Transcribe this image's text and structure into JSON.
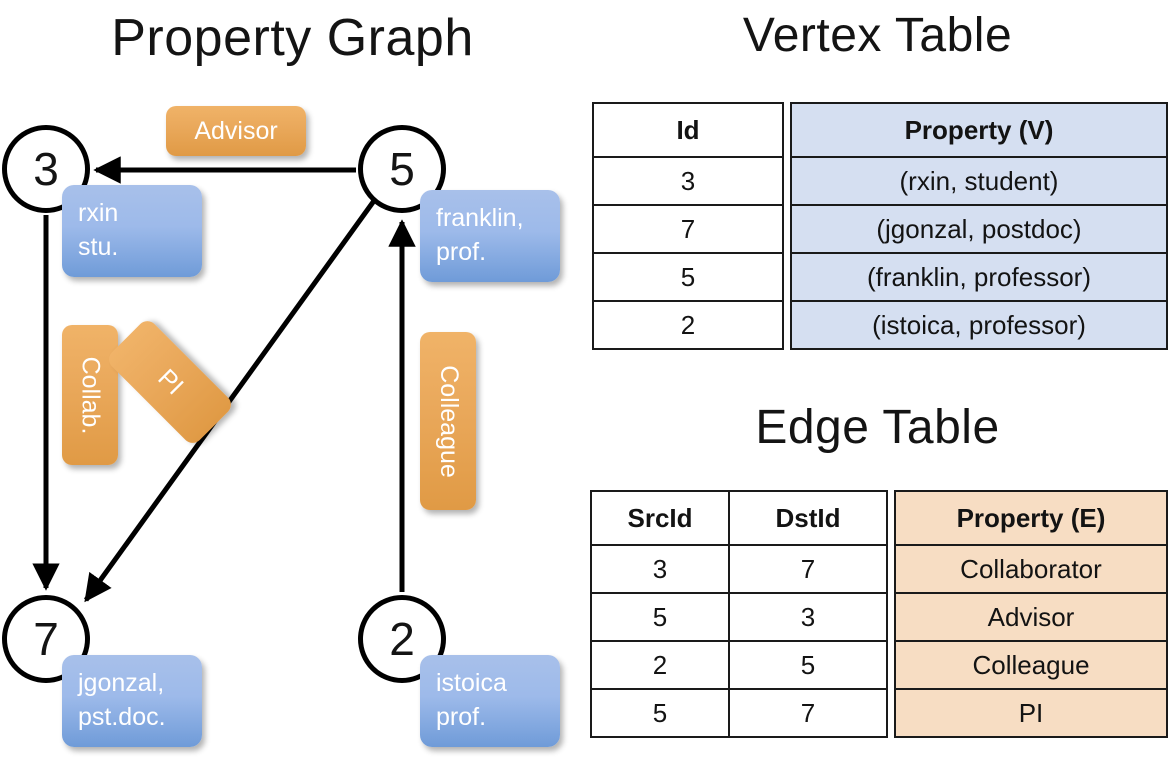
{
  "titles": {
    "property_graph": "Property Graph",
    "vertex_table": "Vertex Table",
    "edge_table": "Edge Table"
  },
  "graph": {
    "nodes": [
      {
        "id": "3",
        "property": "rxin\nstu."
      },
      {
        "id": "5",
        "property": "franklin,\nprof."
      },
      {
        "id": "7",
        "property": "jgonzal,\npst.doc."
      },
      {
        "id": "2",
        "property": "istoica\nprof."
      }
    ],
    "node_labels": {
      "n3": "3",
      "n5": "5",
      "n7": "7",
      "n2": "2"
    },
    "property_boxes": {
      "rxin_line1": "rxin",
      "rxin_line2": "stu.",
      "franklin_line1": "franklin,",
      "franklin_line2": "prof.",
      "jgonzal_line1": "jgonzal,",
      "jgonzal_line2": "pst.doc.",
      "istoica_line1": "istoica",
      "istoica_line2": "prof."
    },
    "edge_labels": {
      "advisor": "Advisor",
      "collab": "Collab.",
      "pi": "PI",
      "colleague": "Colleague"
    },
    "edges": [
      {
        "from": "5",
        "to": "3",
        "label": "Advisor"
      },
      {
        "from": "3",
        "to": "7",
        "label": "Collab."
      },
      {
        "from": "5",
        "to": "7",
        "label": "PI"
      },
      {
        "from": "2",
        "to": "5",
        "label": "Colleague"
      }
    ]
  },
  "vertex_table": {
    "headers": [
      "Id",
      "Property (V)"
    ],
    "rows": [
      {
        "id": "3",
        "property": "(rxin, student)"
      },
      {
        "id": "7",
        "property": "(jgonzal, postdoc)"
      },
      {
        "id": "5",
        "property": "(franklin, professor)"
      },
      {
        "id": "2",
        "property": "(istoica, professor)"
      }
    ]
  },
  "edge_table": {
    "headers": [
      "SrcId",
      "DstId",
      "Property (E)"
    ],
    "rows": [
      {
        "src": "3",
        "dst": "7",
        "property": "Collaborator"
      },
      {
        "src": "5",
        "dst": "3",
        "property": "Advisor"
      },
      {
        "src": "2",
        "dst": "5",
        "property": "Colleague"
      },
      {
        "src": "5",
        "dst": "7",
        "property": "PI"
      }
    ]
  },
  "colors": {
    "orange_label": "#e8a451",
    "blue_property": "#9dbaea",
    "vertex_header_fill": "#d5dff1",
    "edge_header_fill": "#f7ddc3",
    "stroke": "#000000"
  }
}
